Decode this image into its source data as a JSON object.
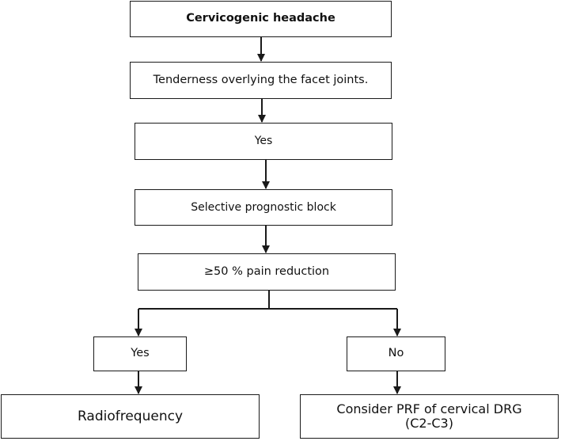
{
  "diagram": {
    "nodes": {
      "start": "Cervicogenic headache",
      "tenderness": "Tenderness overlying the facet joints.",
      "yes_1": "Yes",
      "block": "Selective prognostic block",
      "pain_reduction": "≥50 % pain reduction",
      "yes_2": "Yes",
      "no": "No",
      "radiofrequency": "Radiofrequency",
      "prf_line1": "Consider PRF of cervical DRG",
      "prf_line2": "(C2-C3)"
    },
    "edges": [
      {
        "from": "start",
        "to": "tenderness"
      },
      {
        "from": "tenderness",
        "to": "yes_1"
      },
      {
        "from": "yes_1",
        "to": "block"
      },
      {
        "from": "block",
        "to": "pain_reduction"
      },
      {
        "from": "pain_reduction",
        "to": "yes_2"
      },
      {
        "from": "pain_reduction",
        "to": "no"
      },
      {
        "from": "yes_2",
        "to": "radiofrequency"
      },
      {
        "from": "no",
        "to": "prf"
      }
    ]
  }
}
